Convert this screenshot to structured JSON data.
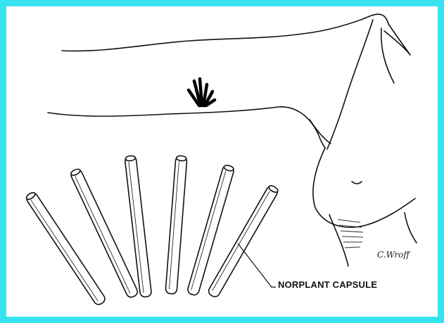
{
  "label": "NORPLANT CAPSULE",
  "signature": "C.Wroff",
  "colors": {
    "border": "#37e3ef",
    "ink": "#111111"
  },
  "capsule_count": 6
}
